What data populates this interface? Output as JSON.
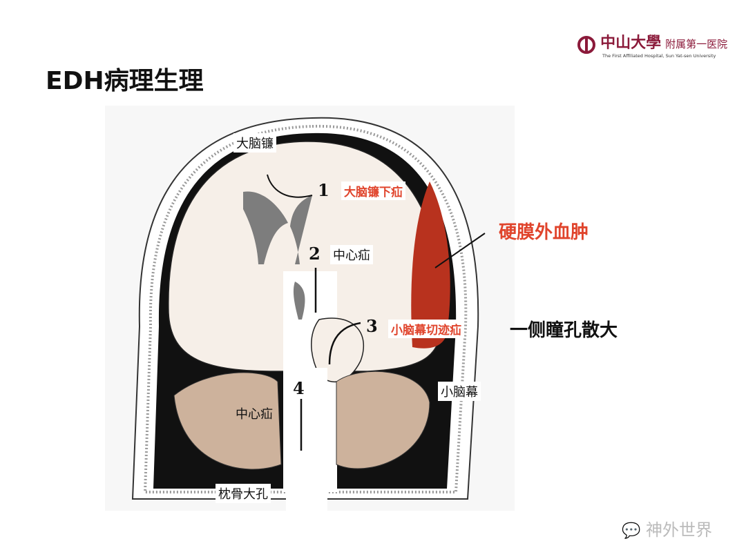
{
  "slide": {
    "title": "EDH病理生理"
  },
  "logo": {
    "name_cn": "中山大學",
    "sub_cn": "附属第一医院",
    "name_en": "The First Affiliated Hospital, Sun Yat-sen University"
  },
  "diagram": {
    "labels": {
      "falx": "大脑镰",
      "subfalcine": "大脑镰下疝",
      "central1": "中心疝",
      "transtentorial": "小脑幕切迹疝",
      "central2": "中心疝",
      "tentorium": "小脑幕",
      "foramen": "枕骨大孔"
    },
    "numbers": [
      "1",
      "2",
      "3",
      "4"
    ],
    "colors": {
      "hematoma": "#b8321e",
      "brain": "#f6efe8",
      "cerebellum": "#cdb29c",
      "dura": "#111111",
      "ventricle": "#7d7d7d",
      "red_label": "#e0442c"
    }
  },
  "annotations": {
    "edh": "硬膜外血肿",
    "pupil": "一侧瞳孔散大"
  },
  "watermark": {
    "text": "神外世界"
  }
}
